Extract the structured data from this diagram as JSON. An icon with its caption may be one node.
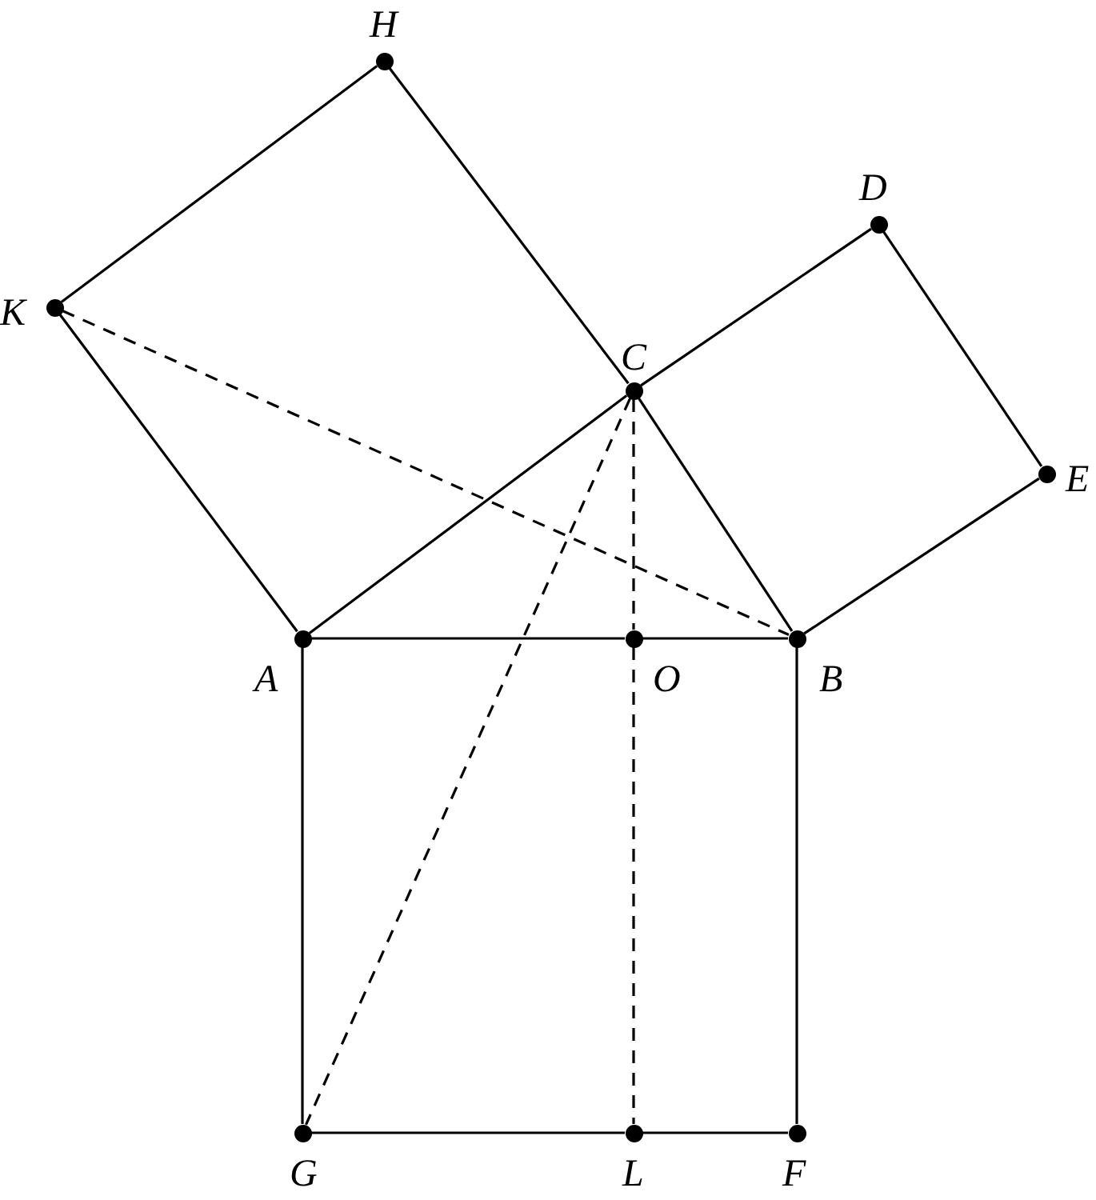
{
  "diagram": {
    "nodes": [
      {
        "text": [
          "H"
        ]
      },
      {
        "text": [
          "D"
        ]
      },
      {
        "text": [
          "K"
        ]
      },
      {
        "text": [
          "C"
        ]
      },
      {
        "text": [
          "E"
        ]
      },
      {
        "text": [
          "A"
        ]
      },
      {
        "text": [
          "O"
        ]
      },
      {
        "text": [
          "B"
        ]
      },
      {
        "text": [
          "G"
        ]
      },
      {
        "text": [
          "L"
        ]
      },
      {
        "text": [
          "F"
        ]
      }
    ],
    "edges": [
      {
        "from": 2,
        "to": 0,
        "arrow": "none"
      },
      {
        "from": 0,
        "to": 3,
        "arrow": "none"
      },
      {
        "from": 3,
        "to": 7,
        "arrow": "none"
      },
      {
        "from": 2,
        "to": 5,
        "arrow": "none"
      },
      {
        "from": 5,
        "to": 3,
        "arrow": "none"
      },
      {
        "from": 3,
        "to": 1,
        "arrow": "none"
      },
      {
        "from": 1,
        "to": 4,
        "arrow": "none"
      },
      {
        "from": 4,
        "to": 7,
        "arrow": "none"
      },
      {
        "from": 5,
        "to": 6,
        "arrow": "none"
      },
      {
        "from": 6,
        "to": 7,
        "arrow": "none"
      },
      {
        "from": 5,
        "to": 8,
        "arrow": "none"
      },
      {
        "from": 8,
        "to": 9,
        "arrow": "none"
      },
      {
        "from": 9,
        "to": 10,
        "arrow": "none"
      },
      {
        "from": 10,
        "to": 7,
        "arrow": "none"
      },
      {
        "from": 2,
        "to": 7,
        "arrow": "none",
        "style": "dashed"
      },
      {
        "from": 3,
        "to": 8,
        "arrow": "none",
        "style": "dashed"
      },
      {
        "from": 3,
        "to": 6,
        "arrow": "none",
        "style": "dashed"
      },
      {
        "from": 6,
        "to": 9,
        "arrow": "none",
        "style": "dashed"
      }
    ]
  }
}
